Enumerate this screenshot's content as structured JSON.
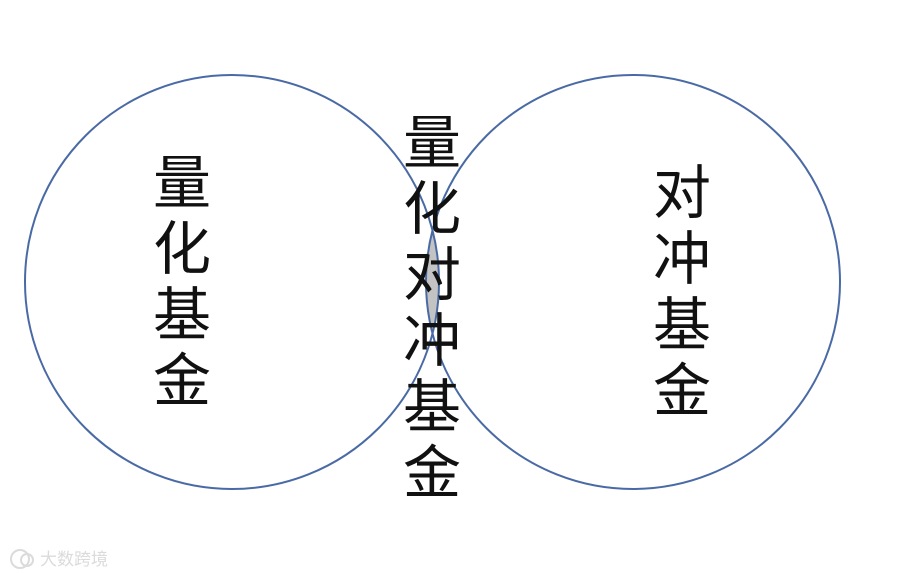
{
  "diagram": {
    "type": "venn",
    "sets": [
      {
        "id": "left",
        "label": "量化基金"
      },
      {
        "id": "right",
        "label": "对冲基金"
      }
    ],
    "intersection": {
      "label": "量化对冲基金"
    },
    "colors": {
      "circle_stroke": "#4a6aa5",
      "intersection_fill": "#c3c3c3",
      "text": "#111111"
    }
  },
  "watermark": {
    "icon": "brand-logo-icon",
    "text": "大数跨境"
  }
}
